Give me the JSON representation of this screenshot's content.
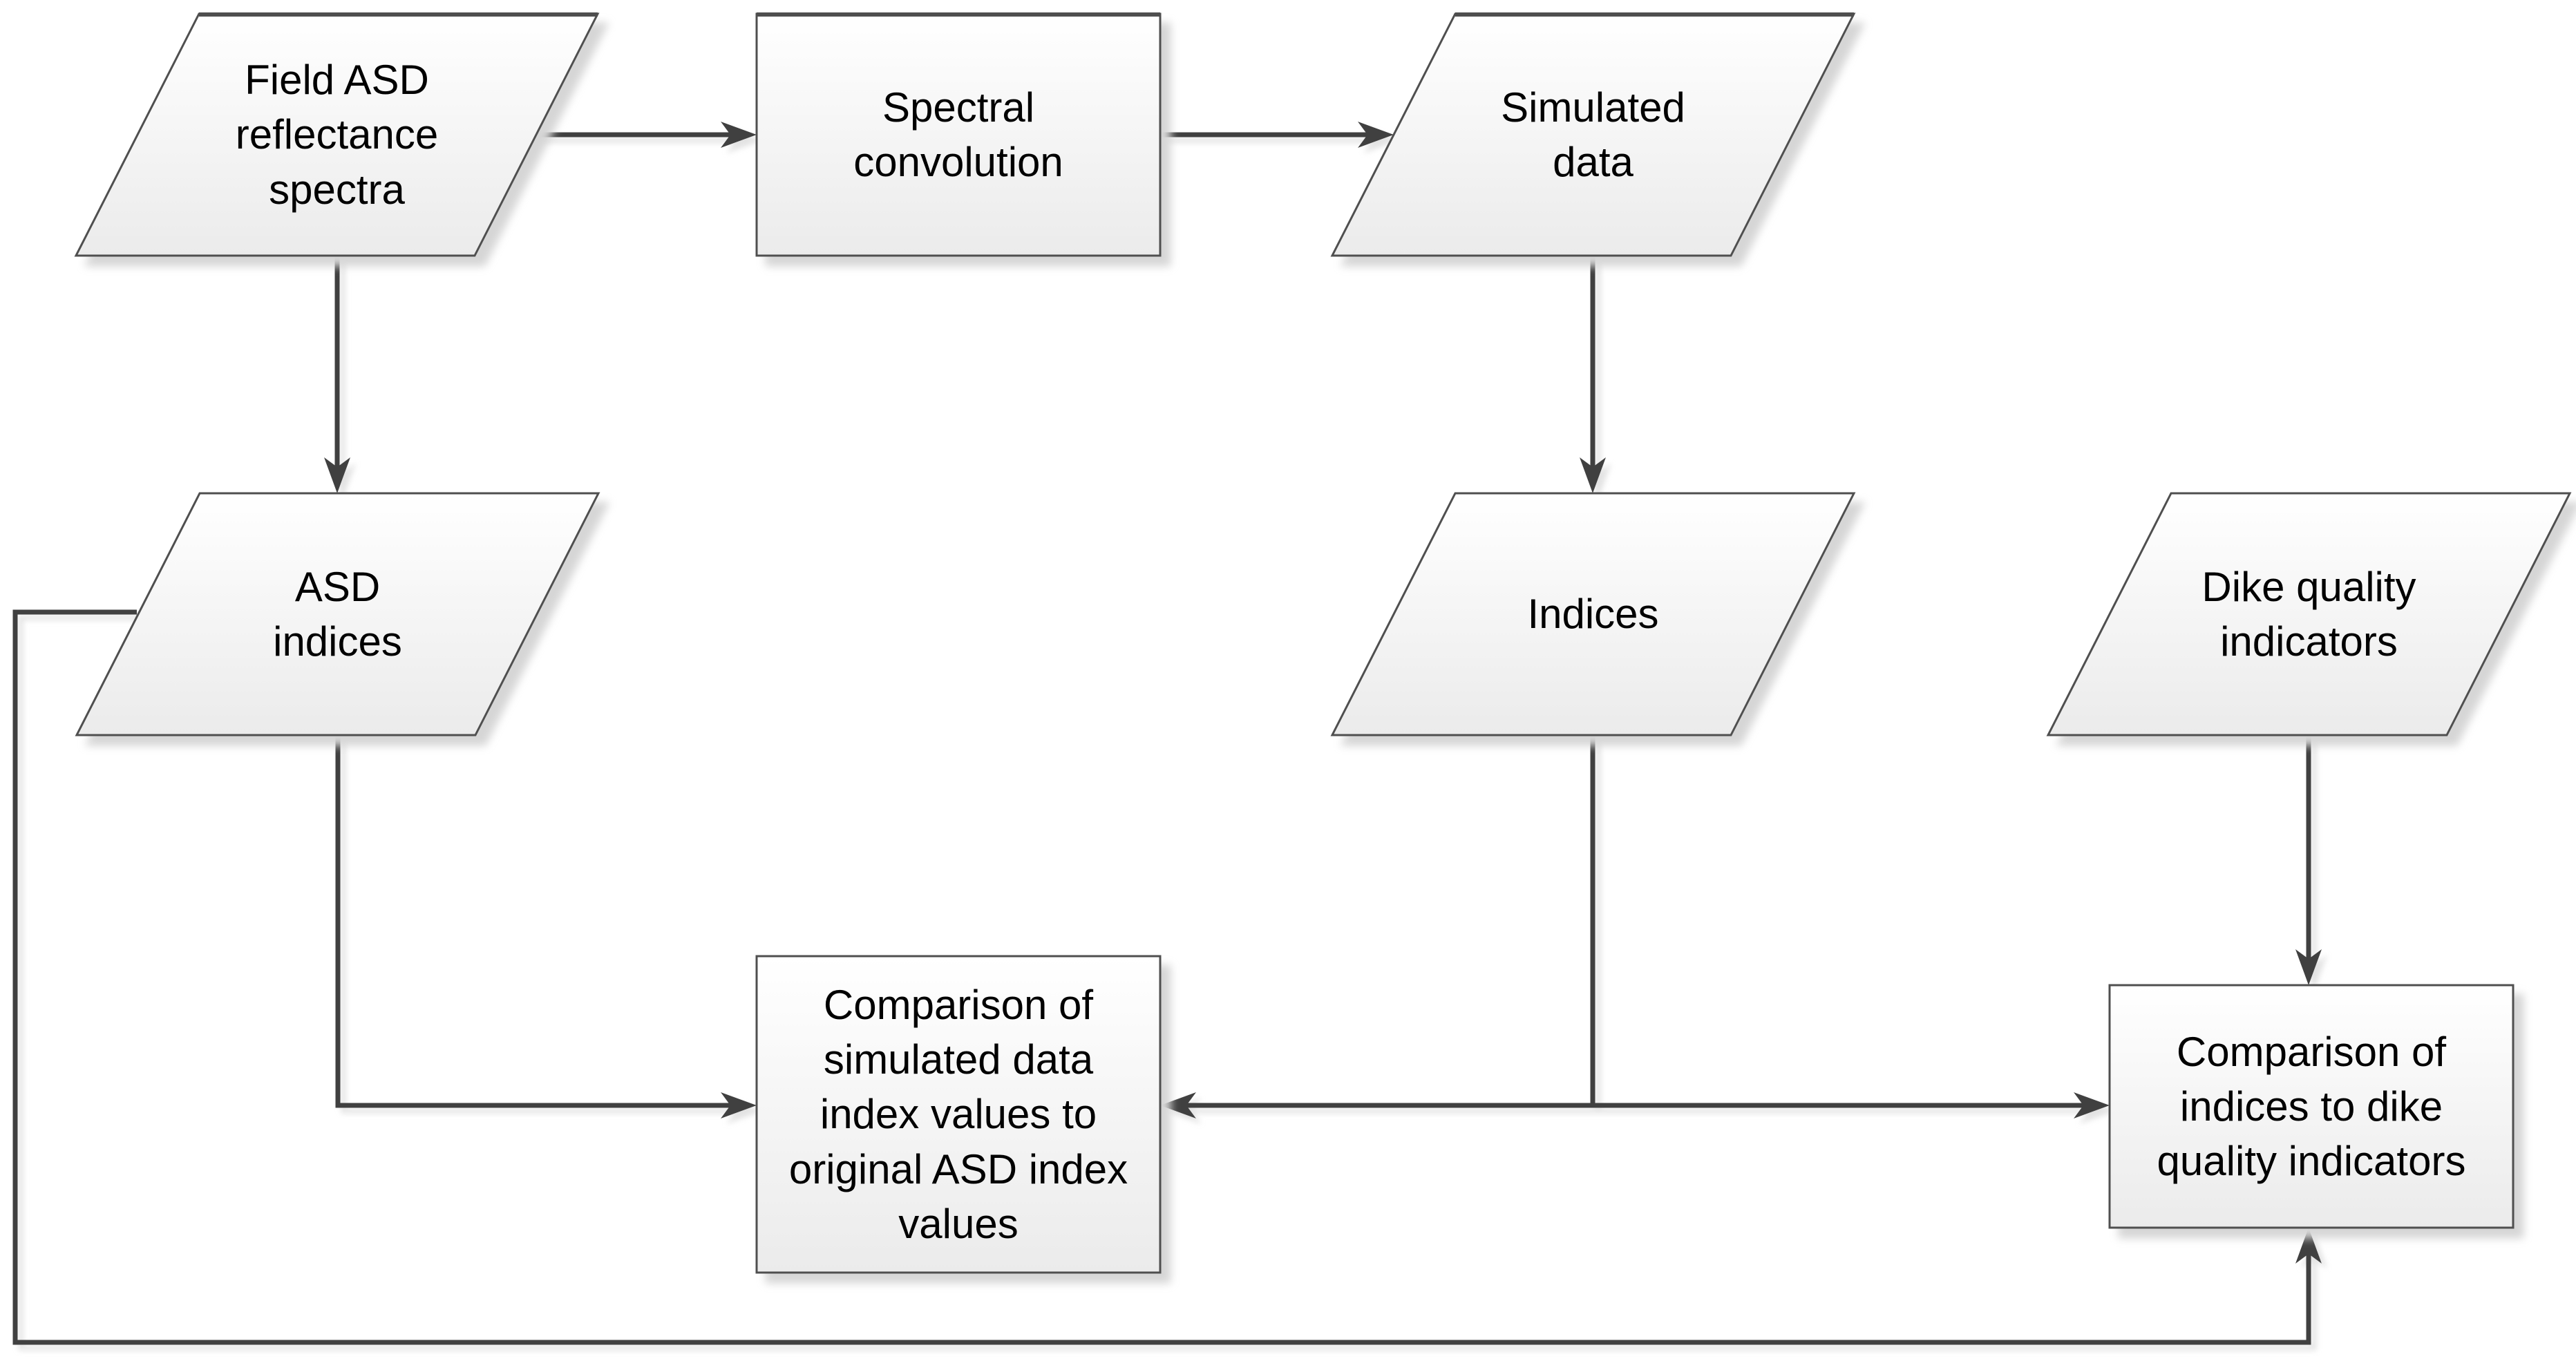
{
  "nodes": {
    "field_asd": {
      "label": "Field ASD\nreflectance\nspectra",
      "shape": "parallelogram"
    },
    "spectral_conv": {
      "label": "Spectral\nconvolution",
      "shape": "process"
    },
    "simulated_data": {
      "label": "Simulated\ndata",
      "shape": "parallelogram"
    },
    "asd_indices": {
      "label": "ASD\nindices",
      "shape": "parallelogram"
    },
    "indices": {
      "label": "Indices",
      "shape": "parallelogram"
    },
    "dike_quality": {
      "label": "Dike quality\nindicators",
      "shape": "parallelogram"
    },
    "comparison_sim": {
      "label": "Comparison of\nsimulated data\nindex values to\noriginal ASD index\nvalues",
      "shape": "process"
    },
    "comparison_dike": {
      "label": "Comparison of\nindices to dike\nquality indicators",
      "shape": "process"
    }
  },
  "edges": [
    {
      "from": "field_asd",
      "to": "spectral_conv",
      "style": "arrow",
      "route": "straight-right"
    },
    {
      "from": "spectral_conv",
      "to": "simulated_data",
      "style": "arrow",
      "route": "straight-right"
    },
    {
      "from": "field_asd",
      "to": "asd_indices",
      "style": "arrow",
      "route": "straight-down"
    },
    {
      "from": "simulated_data",
      "to": "indices",
      "style": "arrow",
      "route": "straight-down"
    },
    {
      "from": "asd_indices",
      "to": "comparison_sim",
      "style": "arrow",
      "route": "down-then-right"
    },
    {
      "from": "indices",
      "to": "comparison_sim",
      "style": "arrow",
      "route": "down-then-left"
    },
    {
      "from": "indices",
      "to": "comparison_dike",
      "style": "arrow",
      "route": "down-then-right"
    },
    {
      "from": "dike_quality",
      "to": "comparison_dike",
      "style": "arrow",
      "route": "straight-down"
    },
    {
      "from": "asd_indices",
      "to": "comparison_dike",
      "style": "arrow",
      "route": "left-bottom-up"
    }
  ],
  "colors": {
    "background": "#ffffff",
    "shape_fill_top": "#ffffff",
    "shape_fill_bottom": "#ebebeb",
    "shape_border": "#4f4f4f",
    "connector": "#404040",
    "text": "#000000",
    "shadow": "#d6d6d6"
  }
}
